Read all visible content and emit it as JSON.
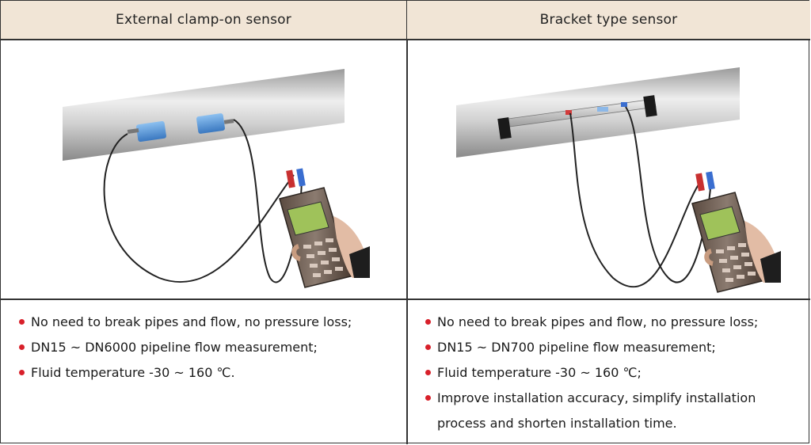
{
  "left": {
    "title": "External clamp-on sensor",
    "bullets": [
      "No need to break pipes and flow, no pressure loss;",
      "DN15 ~ DN6000 pipeline flow measurement;",
      "Fluid temperature -30 ~ 160 ℃."
    ]
  },
  "right": {
    "title": "Bracket type sensor",
    "bullets": [
      "No need to break pipes and flow, no pressure loss;",
      "DN15 ~ DN700 pipeline flow measurement;",
      "Fluid temperature -30 ~ 160 ℃;",
      "Improve installation accuracy, simplify installation process and shorten installation time."
    ]
  },
  "colors": {
    "header_bg": "#f1e5d6",
    "bullet_dot": "#d8202a",
    "sensor_blue": "#4a8fd8"
  }
}
